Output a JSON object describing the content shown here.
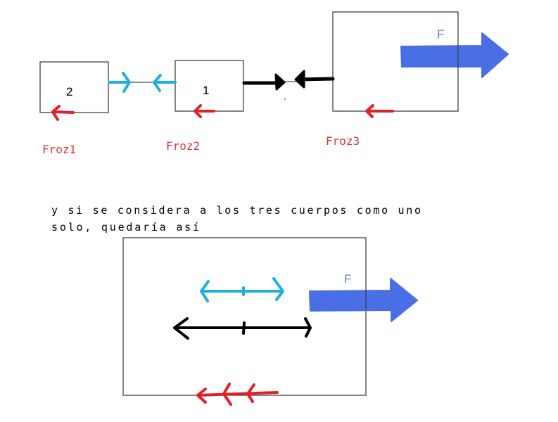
{
  "diagram": {
    "top": {
      "block2_label": "2",
      "block1_label": "1",
      "force_label": "F",
      "friction_labels": [
        "Froz1",
        "Froz2",
        "Froz3"
      ]
    },
    "note_lines": [
      "y si se considera a los tres cuerpos como uno",
      "solo, quedaría así"
    ],
    "bottom": {
      "force_label": "F"
    },
    "colors": {
      "tension_cyan": "#1fb0e0",
      "tension_black": "#000000",
      "friction_red": "#e0202a",
      "applied_force_blue": "#4a6ee6"
    }
  }
}
